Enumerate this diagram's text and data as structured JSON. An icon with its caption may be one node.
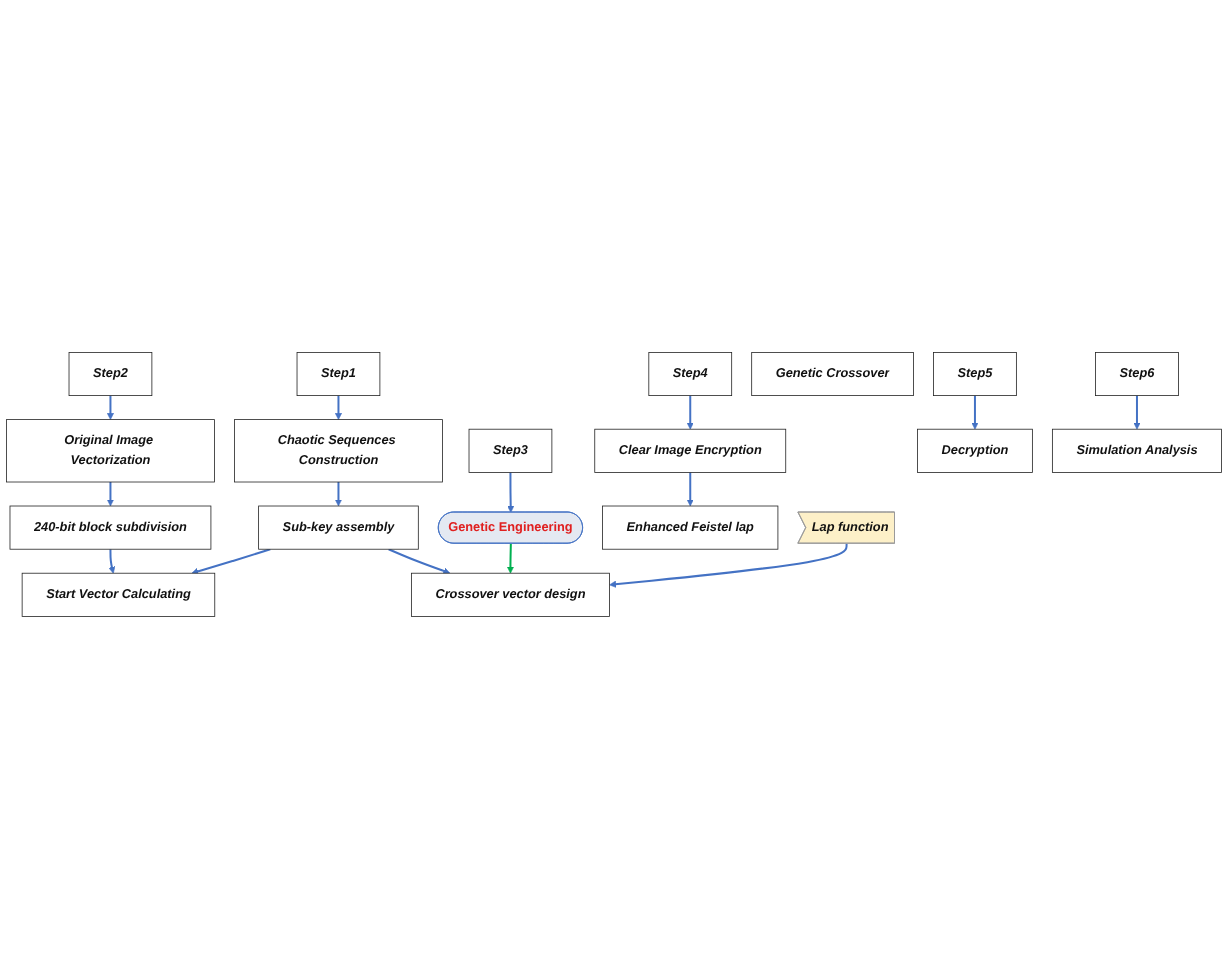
{
  "diagram": {
    "nodes": [
      {
        "text": [
          "Step1"
        ]
      },
      {
        "text": [
          "Chaotic Sequences Construction"
        ]
      },
      {
        "text": [
          "Sub-key assembly"
        ]
      },
      {
        "text": [
          "Step2"
        ]
      },
      {
        "text": [
          "Original Image Vectorization"
        ]
      },
      {
        "text": [
          "240-bit block subdivision"
        ]
      },
      {
        "text": [
          "Step3"
        ]
      },
      {
        "text": [
          "Genetic Engineering"
        ]
      },
      {
        "text": [
          "Start Vector Calculating"
        ]
      },
      {
        "text": [
          "Crossover vector design"
        ]
      },
      {
        "text": [
          "Step4"
        ]
      },
      {
        "text": [
          "Clear Image Encryption"
        ]
      },
      {
        "text": [
          "Enhanced Feistel lap"
        ]
      },
      {
        "text": [
          "Genetic Crossover"
        ]
      },
      {
        "text": [
          "Lap function"
        ]
      },
      {
        "text": [
          "Step5"
        ]
      },
      {
        "text": [
          "Decryption"
        ]
      },
      {
        "text": [
          "Step6"
        ]
      },
      {
        "text": [
          "Simulation Analysis"
        ]
      }
    ],
    "edges": [
      {
        "from": 0,
        "to": 1,
        "arrow": "to"
      },
      {
        "from": 1,
        "to": 2,
        "arrow": "to"
      },
      {
        "from": 3,
        "to": 4,
        "arrow": "to"
      },
      {
        "from": 4,
        "to": 5,
        "arrow": "to"
      },
      {
        "from": 5,
        "to": 8,
        "arrow": "to"
      },
      {
        "from": 2,
        "to": 8,
        "arrow": "to"
      },
      {
        "from": 6,
        "to": 7,
        "arrow": "to"
      },
      {
        "from": 7,
        "to": 9,
        "arrow": "to",
        "color": "#00b050"
      },
      {
        "from": 2,
        "to": 9,
        "arrow": "to"
      },
      {
        "from": 14,
        "to": 9,
        "arrow": "to"
      },
      {
        "from": 10,
        "to": 11,
        "arrow": "to"
      },
      {
        "from": 11,
        "to": 12,
        "arrow": "to"
      },
      {
        "from": 15,
        "to": 16,
        "arrow": "to"
      },
      {
        "from": 17,
        "to": 18,
        "arrow": "to"
      }
    ]
  }
}
